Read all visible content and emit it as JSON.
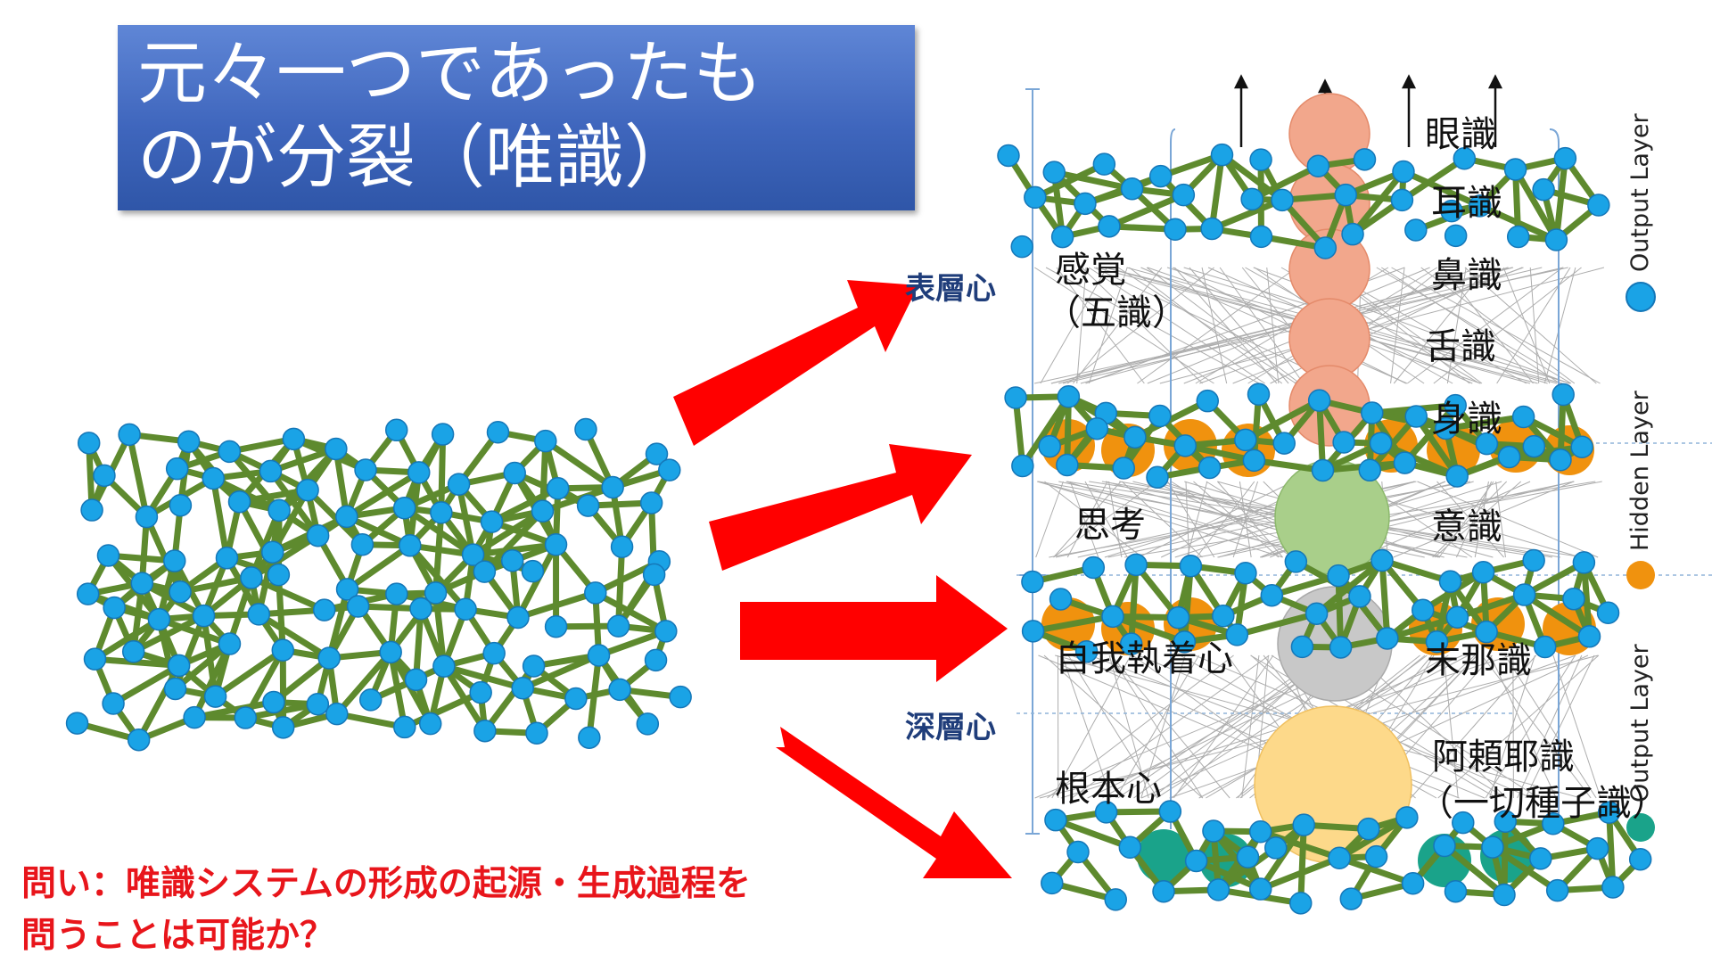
{
  "title": {
    "line1": "元々一つであったも",
    "line2": "のが分裂（唯識）"
  },
  "arrow_labels": {
    "surface_mind": "表層心",
    "deep_mind": "深層心"
  },
  "left_labels": {
    "senses_line1": "感覚",
    "senses_line2": "（五識）",
    "thinking": "思考",
    "self_attachment": "自我執着心",
    "root_mind": "根本心"
  },
  "right_labels": {
    "eye": "眼識",
    "ear": "耳識",
    "nose": "鼻識",
    "tongue": "舌識",
    "body": "身識",
    "mind": "意識",
    "manas": "末那識",
    "alaya_line1": "阿頼耶識",
    "alaya_line2": "（一切種子識）"
  },
  "layer_labels": {
    "output_top": "Output Layer",
    "hidden": "Hidden Layer",
    "output_bottom": "Output Layer"
  },
  "question": {
    "line1": "問い：唯識システムの形成の起源・生成過程を",
    "line2": "問うことは可能か？"
  },
  "colors": {
    "title_bg": "#4a72c8",
    "arrow": "#ff0000",
    "edge": "#5e8a2e",
    "node": "#1aa3e6",
    "node_stroke": "#1577b8",
    "hidden_node": "#f0920e",
    "sense_circle": "#f2a78c",
    "mind_circle": "#a9cf8a",
    "manas_circle": "#c8c8c8",
    "alaya_circle": "#fdd98a",
    "bottom_node": "#1aa38a",
    "question_text": "#e8151b",
    "side_label": "#1f3d7a"
  },
  "icons": {
    "up_arrow": "up-arrow-icon",
    "legend_blue": "blue-dot-icon",
    "legend_orange": "orange-dot-icon",
    "legend_teal": "teal-dot-icon"
  }
}
